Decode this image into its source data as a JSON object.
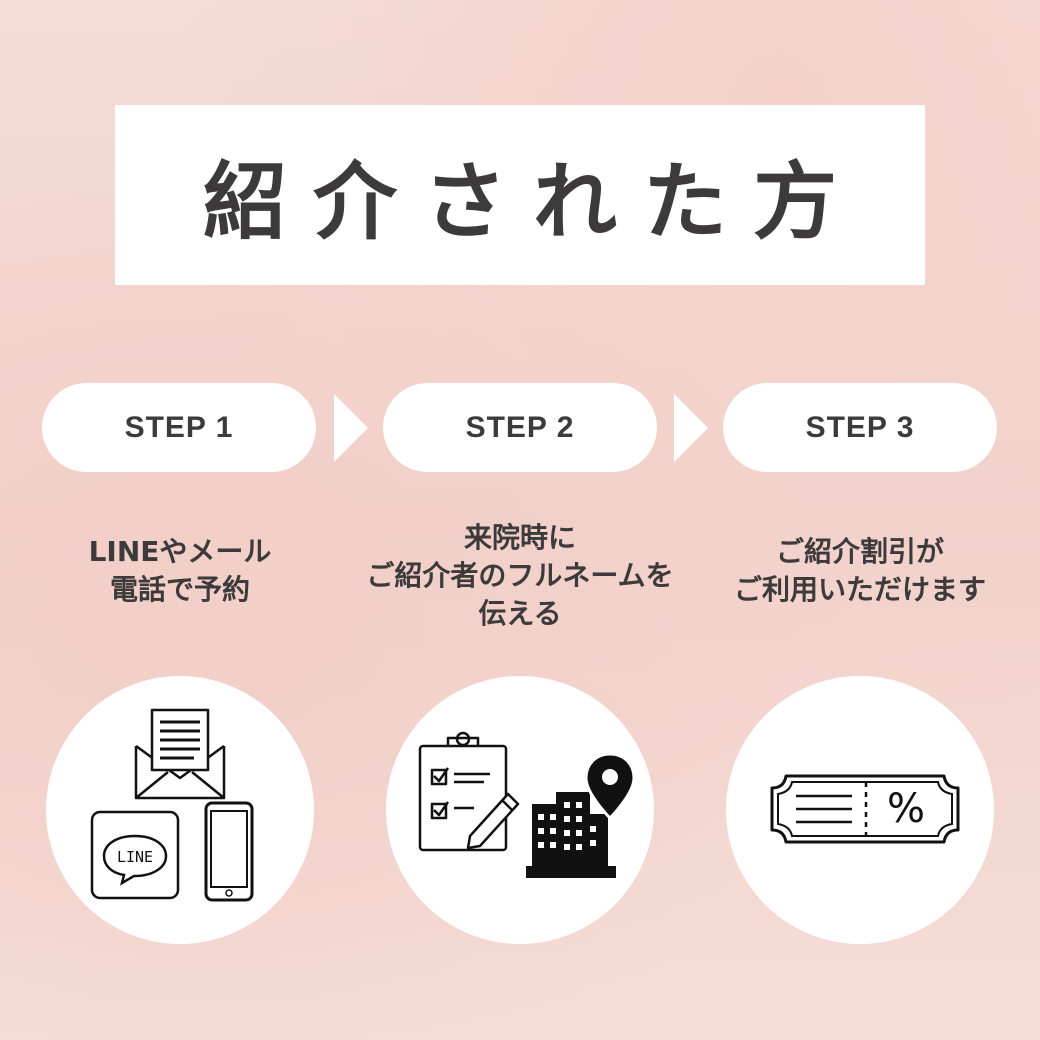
{
  "title": "紹介された方",
  "steps": [
    {
      "label": "STEP 1",
      "lines": [
        "LINEやメール",
        "電話で予約"
      ],
      "icon": "contact-methods-icon",
      "line_badge": "LINE"
    },
    {
      "label": "STEP 2",
      "lines": [
        "来院時に",
        "ご紹介者のフルネームを",
        "伝える"
      ],
      "icon": "checklist-clinic-icon"
    },
    {
      "label": "STEP 3",
      "lines": [
        "ご紹介割引が",
        "ご利用いただけます"
      ],
      "icon": "discount-coupon-icon",
      "coupon_symbol": "%"
    }
  ],
  "colors": {
    "text": "#3d3a3b",
    "card": "#ffffff",
    "background": "#f3d5cf"
  }
}
